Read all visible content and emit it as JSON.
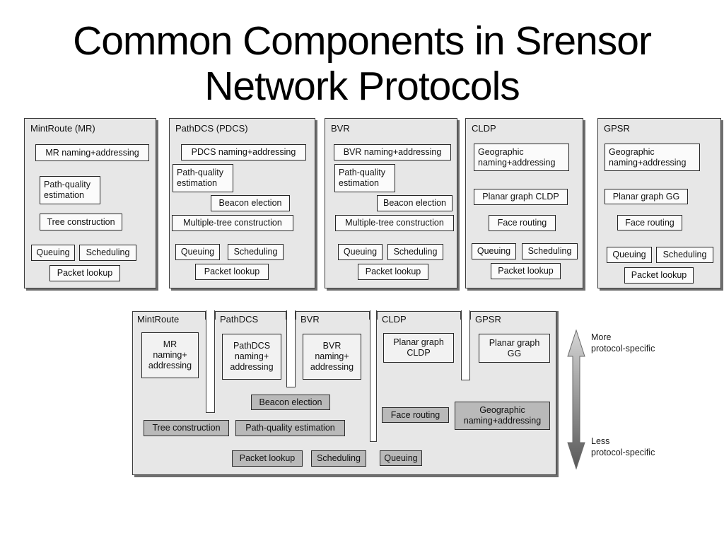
{
  "slide_title": {
    "line1": "Common Components in Srensor",
    "line2": "Network Protocols"
  },
  "panels": [
    {
      "title": "MintRoute (MR)",
      "naming": "MR naming+addressing",
      "path_quality": "Path-quality estimation",
      "tree": "Tree construction",
      "queuing": "Queuing",
      "scheduling": "Scheduling",
      "packet_lookup": "Packet lookup"
    },
    {
      "title": "PathDCS (PDCS)",
      "naming": "PDCS naming+addressing",
      "path_quality": "Path-quality estimation",
      "beacon": "Beacon election",
      "multi_tree": "Multiple-tree construction",
      "queuing": "Queuing",
      "scheduling": "Scheduling",
      "packet_lookup": "Packet lookup"
    },
    {
      "title": "BVR",
      "naming": "BVR naming+addressing",
      "path_quality": "Path-quality estimation",
      "beacon": "Beacon election",
      "multi_tree": "Multiple-tree construction",
      "queuing": "Queuing",
      "scheduling": "Scheduling",
      "packet_lookup": "Packet lookup"
    },
    {
      "title": "CLDP",
      "naming": "Geographic naming+addressing",
      "planar": "Planar graph CLDP",
      "face": "Face routing",
      "queuing": "Queuing",
      "scheduling": "Scheduling",
      "packet_lookup": "Packet lookup"
    },
    {
      "title": "GPSR",
      "naming": "Geographic naming+addressing",
      "planar": "Planar graph GG",
      "face": "Face routing",
      "queuing": "Queuing",
      "scheduling": "Scheduling",
      "packet_lookup": "Packet lookup"
    }
  ],
  "combined": {
    "columns": [
      {
        "label": "MintRoute",
        "naming": "MR\nnaming+\naddressing"
      },
      {
        "label": "PathDCS",
        "naming": "PathDCS\nnaming+\naddressing"
      },
      {
        "label": "BVR",
        "naming": "BVR\nnaming+\naddressing"
      },
      {
        "label": "CLDP",
        "naming": "Planar graph\nCLDP"
      },
      {
        "label": "GPSR",
        "naming": "Planar graph\nGG"
      }
    ],
    "shared": {
      "beacon": "Beacon election",
      "tree": "Tree construction",
      "path_quality": "Path-quality estimation",
      "face": "Face routing",
      "geographic": "Geographic naming+addressing",
      "packet_lookup": "Packet lookup",
      "scheduling": "Scheduling",
      "queuing": "Queuing"
    },
    "arrow": {
      "top_label": "More\nprotocol-specific",
      "bottom_label": "Less\nprotocol-specific"
    }
  },
  "colors": {
    "panel_bg": "#e7e7e7",
    "white_box_bg": "#fbfbfb",
    "shared_box_bg": "#b9b9b9",
    "border": "#3c3c3c",
    "shadow": "#6e6e6e",
    "arrow_gradient_top": "#d6d6d6",
    "arrow_gradient_bottom": "#585858"
  }
}
